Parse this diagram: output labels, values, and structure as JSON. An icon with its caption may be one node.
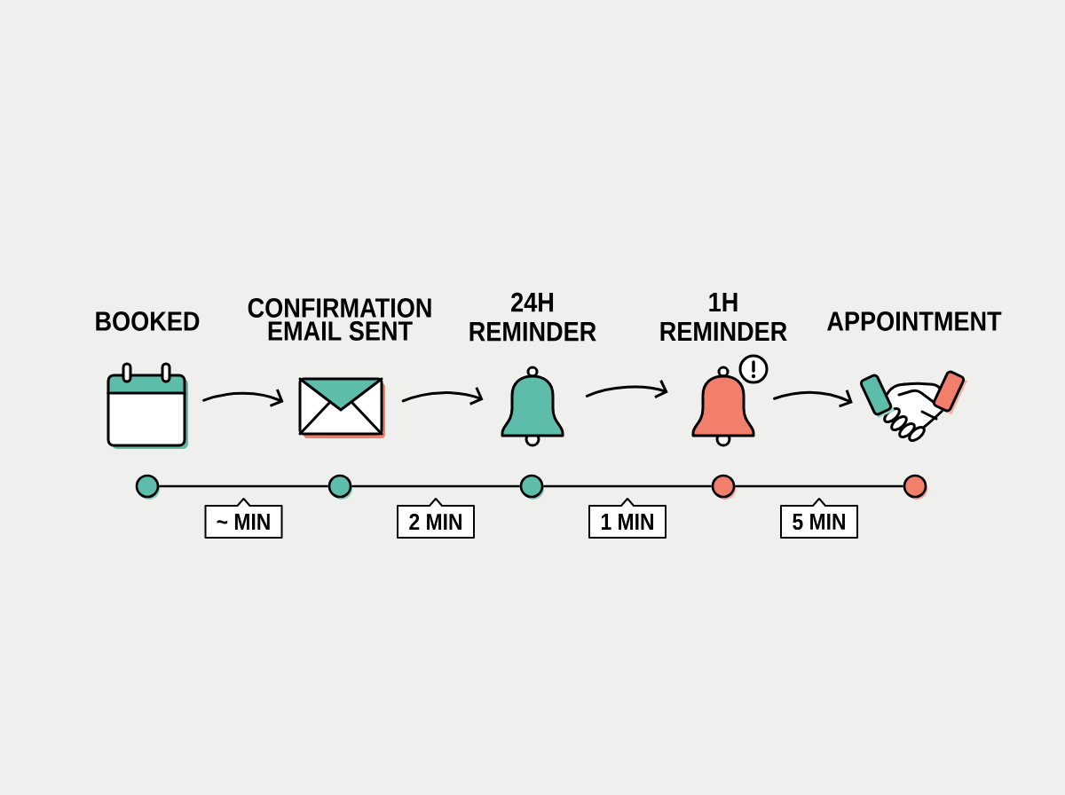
{
  "diagram": {
    "nodes": [
      {
        "text": [
          "BOOKED"
        ]
      },
      {
        "text": [
          "CONFIRMATION EMAIL SENT"
        ]
      },
      {
        "text": [
          "24H REMINDER"
        ]
      },
      {
        "text": [
          "1H REMINDER"
        ]
      },
      {
        "text": [
          "APPOINTMENT"
        ]
      },
      {
        "text": [],
        "shape": "circle"
      },
      {
        "text": [],
        "shape": "circle"
      },
      {
        "text": [],
        "shape": "circle"
      },
      {
        "text": [],
        "shape": "circle"
      },
      {
        "text": [],
        "shape": "circle"
      }
    ],
    "edges": [
      {
        "from": 0,
        "to": 1,
        "arrow": "to"
      },
      {
        "from": 1,
        "to": 2,
        "arrow": "to"
      },
      {
        "from": 2,
        "to": 3,
        "arrow": "to"
      },
      {
        "from": 3,
        "to": 4,
        "arrow": "to"
      },
      {
        "from": 5,
        "to": 6,
        "arrow": "none",
        "label": "~ MIN"
      },
      {
        "from": 6,
        "to": 7,
        "arrow": "none",
        "label": "2 MIN"
      },
      {
        "from": 7,
        "to": 8,
        "arrow": "none",
        "label": "1 MIN"
      },
      {
        "from": 8,
        "to": 9,
        "arrow": "none",
        "label": "5 MIN"
      }
    ]
  }
}
